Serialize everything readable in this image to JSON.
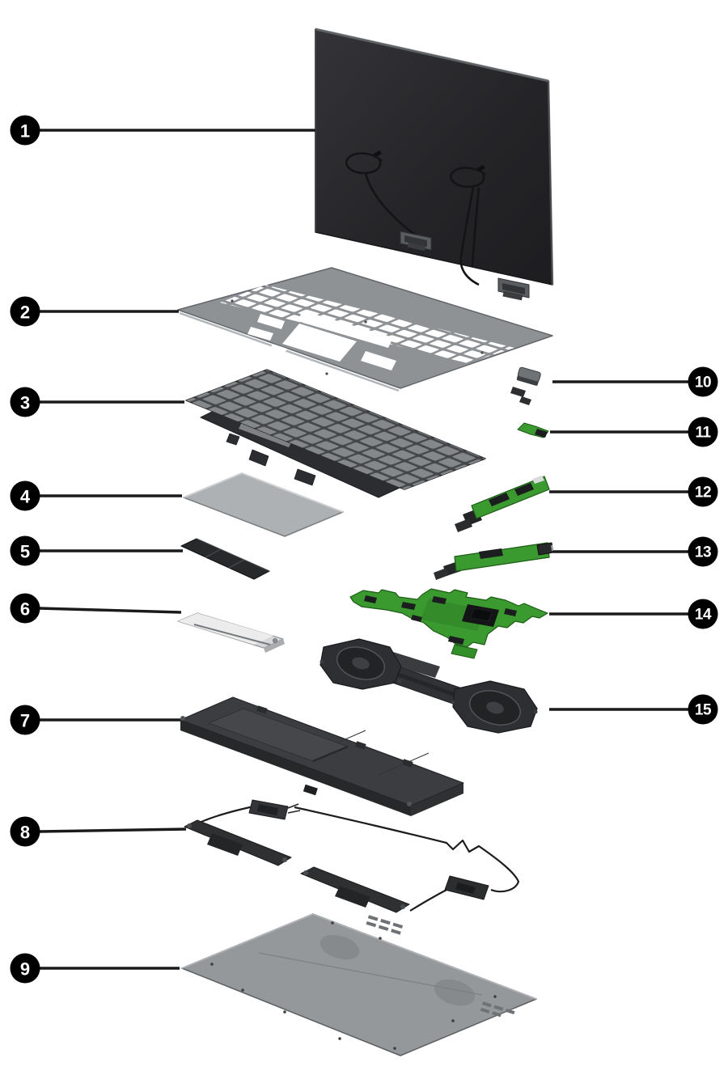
{
  "callouts": [
    {
      "label": "1"
    },
    {
      "label": "2"
    },
    {
      "label": "3"
    },
    {
      "label": "4"
    },
    {
      "label": "5"
    },
    {
      "label": "6"
    },
    {
      "label": "7"
    },
    {
      "label": "8"
    },
    {
      "label": "9"
    },
    {
      "label": "10"
    },
    {
      "label": "11"
    },
    {
      "label": "12"
    },
    {
      "label": "13"
    },
    {
      "label": "14"
    },
    {
      "label": "15"
    }
  ],
  "colors": {
    "background": "#ffffff",
    "callout_fill": "#000000",
    "callout_label": "#ffffff",
    "leader_line": "#1a1a1a",
    "board_green": "#3a9a2f",
    "chassis_gray": "#8f9295",
    "dark_part": "#2d2f32"
  }
}
